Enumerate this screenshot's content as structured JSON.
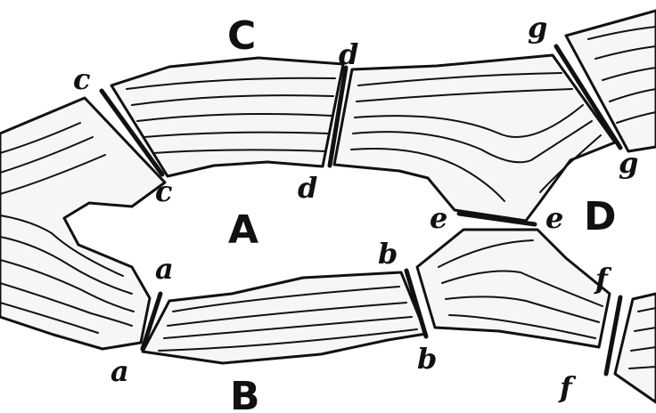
{
  "regions": {
    "A": "A",
    "B": "B",
    "C": "C",
    "D": "D"
  },
  "nodes": {
    "a_top": "a",
    "a_bottom": "a",
    "b_top": "b",
    "b_bottom": "b",
    "c_top": "c",
    "c_bottom": "c",
    "d_top": "d",
    "d_bottom": "d",
    "e_left": "e",
    "e_right": "e",
    "f_top": "f",
    "f_bottom": "f",
    "g_top": "g",
    "g_bottom": "g"
  }
}
